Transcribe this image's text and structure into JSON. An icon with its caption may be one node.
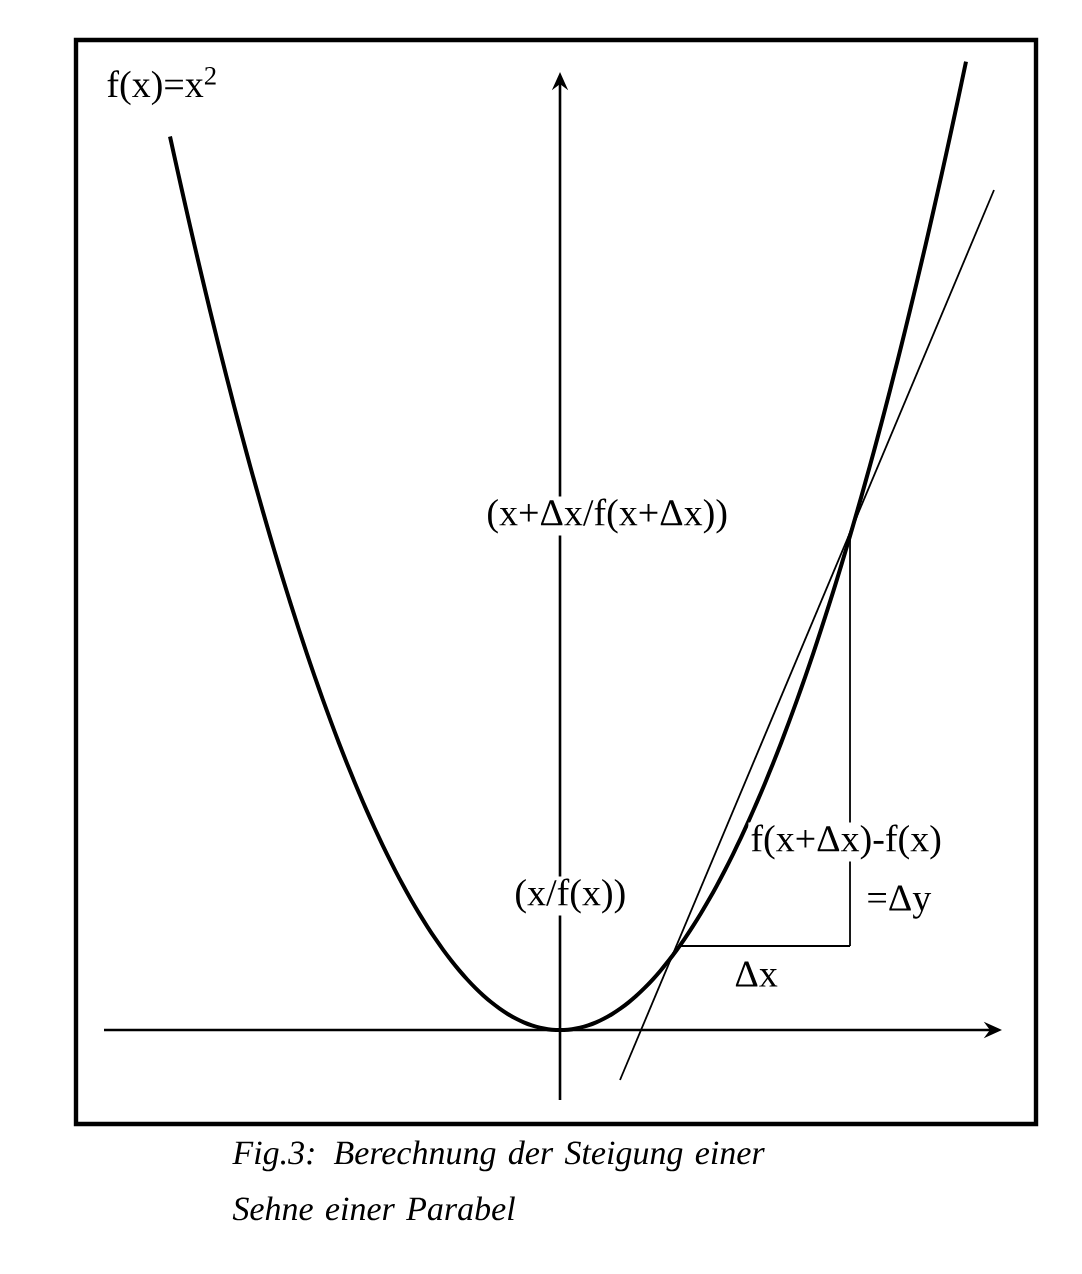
{
  "diagram": {
    "caption": "Fig.3: Berechnung der Steigung einer Sehne einer Parabel",
    "labels": [
      "f(x)=x$^{2}$",
      "(x+Δx/f(x+Δx))",
      "f(x+Δx)-f(x)",
      "(x/f(x))",
      "=Δy",
      "Δx"
    ]
  }
}
